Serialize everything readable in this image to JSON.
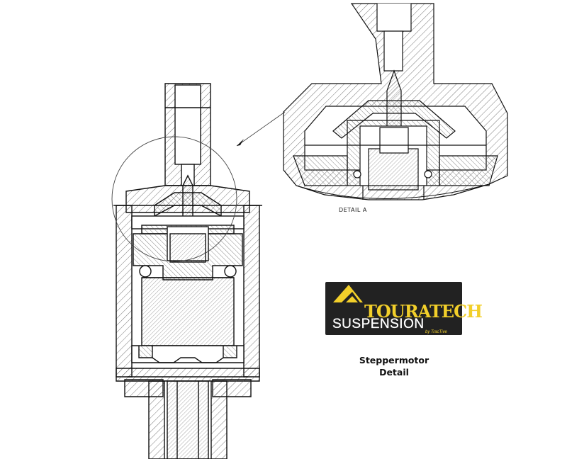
{
  "detail_label": "DETAIL A",
  "logo": {
    "brand": "TOURATECH",
    "product": "SUSPENSION",
    "partner": "by TracTive",
    "brand_color": "#f2cf2a",
    "background_color": "#222222"
  },
  "caption": {
    "line1": "Steppermotor",
    "line2": "Detail"
  }
}
